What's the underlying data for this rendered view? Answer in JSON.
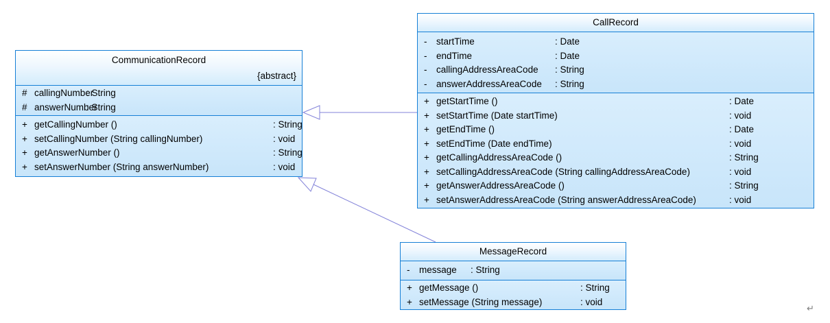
{
  "diagram": {
    "type": "uml-class-diagram",
    "colors": {
      "box_border": "#157fd6",
      "box_fill_top": "#ffffff",
      "box_fill_bottom": "#c8e5fa",
      "arrow": "#8383d9",
      "text": "#000000",
      "return_mark": "#7d7d7d"
    },
    "classes": [
      {
        "name": "CommunicationRecord",
        "stereotype": "{abstract}",
        "attributes": [
          {
            "vis": "#",
            "name": "callingNumber",
            "type": ": String"
          },
          {
            "vis": "#",
            "name": "answerNumber",
            "type": ": String"
          }
        ],
        "methods": [
          {
            "vis": "+",
            "name": "getCallingNumber ()",
            "type": ": String"
          },
          {
            "vis": "+",
            "name": "setCallingNumber (String callingNumber)",
            "type": ": void"
          },
          {
            "vis": "+",
            "name": "getAnswerNumber ()",
            "type": ": String"
          },
          {
            "vis": "+",
            "name": "setAnswerNumber (String answerNumber)",
            "type": ": void"
          }
        ]
      },
      {
        "name": "CallRecord",
        "stereotype": "",
        "attributes": [
          {
            "vis": "-",
            "name": "startTime",
            "type": ": Date"
          },
          {
            "vis": "-",
            "name": "endTime",
            "type": ": Date"
          },
          {
            "vis": "-",
            "name": "callingAddressAreaCode",
            "type": ": String"
          },
          {
            "vis": "-",
            "name": "answerAddressAreaCode",
            "type": ": String"
          }
        ],
        "methods": [
          {
            "vis": "+",
            "name": "getStartTime ()",
            "type": ": Date"
          },
          {
            "vis": "+",
            "name": "setStartTime (Date startTime)",
            "type": ": void"
          },
          {
            "vis": "+",
            "name": "getEndTime ()",
            "type": ": Date"
          },
          {
            "vis": "+",
            "name": "setEndTime (Date endTime)",
            "type": ": void"
          },
          {
            "vis": "+",
            "name": "getCallingAddressAreaCode ()",
            "type": ": String"
          },
          {
            "vis": "+",
            "name": "setCallingAddressAreaCode (String callingAddressAreaCode)",
            "type": ": void"
          },
          {
            "vis": "+",
            "name": "getAnswerAddressAreaCode ()",
            "type": ": String"
          },
          {
            "vis": "+",
            "name": "setAnswerAddressAreaCode (String answerAddressAreaCode)",
            "type": ": void"
          }
        ]
      },
      {
        "name": "MessageRecord",
        "stereotype": "",
        "attributes": [
          {
            "vis": "-",
            "name": "message",
            "type": ": String"
          }
        ],
        "methods": [
          {
            "vis": "+",
            "name": "getMessage ()",
            "type": ": String"
          },
          {
            "vis": "+",
            "name": "setMessage (String message)",
            "type": ": void"
          }
        ]
      }
    ],
    "relationships": [
      {
        "type": "generalization",
        "from": "CallRecord",
        "to": "CommunicationRecord",
        "arrowhead": "hollow-triangle"
      },
      {
        "type": "generalization",
        "from": "MessageRecord",
        "to": "CommunicationRecord",
        "arrowhead": "hollow-triangle"
      }
    ],
    "return_mark": "↵"
  }
}
